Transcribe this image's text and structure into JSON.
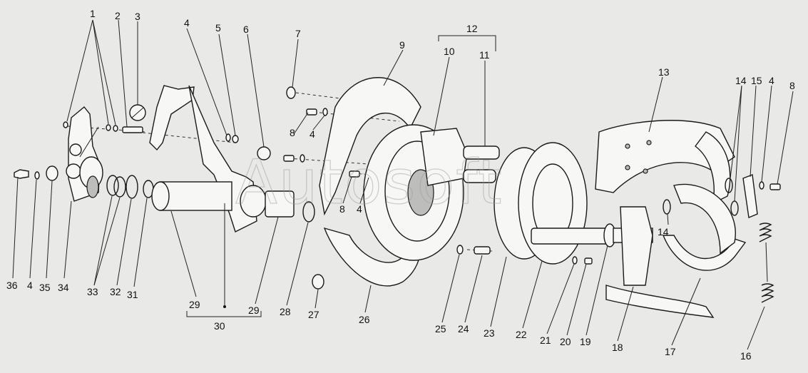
{
  "watermark": "Autosoft",
  "labels": [
    {
      "id": "1",
      "text": "1"
    },
    {
      "id": "2",
      "text": "2"
    },
    {
      "id": "3",
      "text": "3"
    },
    {
      "id": "4a",
      "text": "4"
    },
    {
      "id": "5",
      "text": "5"
    },
    {
      "id": "6",
      "text": "6"
    },
    {
      "id": "7",
      "text": "7"
    },
    {
      "id": "8a",
      "text": "8"
    },
    {
      "id": "4b",
      "text": "4"
    },
    {
      "id": "8b",
      "text": "8"
    },
    {
      "id": "4c",
      "text": "4"
    },
    {
      "id": "9",
      "text": "9"
    },
    {
      "id": "10",
      "text": "10"
    },
    {
      "id": "11",
      "text": "11"
    },
    {
      "id": "12",
      "text": "12"
    },
    {
      "id": "13",
      "text": "13"
    },
    {
      "id": "14a",
      "text": "14"
    },
    {
      "id": "14b",
      "text": "14"
    },
    {
      "id": "15",
      "text": "15"
    },
    {
      "id": "4d",
      "text": "4"
    },
    {
      "id": "8c",
      "text": "8"
    },
    {
      "id": "36",
      "text": "36"
    },
    {
      "id": "4e",
      "text": "4"
    },
    {
      "id": "35",
      "text": "35"
    },
    {
      "id": "34",
      "text": "34"
    },
    {
      "id": "33",
      "text": "33"
    },
    {
      "id": "32",
      "text": "32"
    },
    {
      "id": "31",
      "text": "31"
    },
    {
      "id": "29a",
      "text": "29"
    },
    {
      "id": "29b",
      "text": "29"
    },
    {
      "id": "30",
      "text": "30"
    },
    {
      "id": "28",
      "text": "28"
    },
    {
      "id": "27",
      "text": "27"
    },
    {
      "id": "26",
      "text": "26"
    },
    {
      "id": "25",
      "text": "25"
    },
    {
      "id": "24",
      "text": "24"
    },
    {
      "id": "23",
      "text": "23"
    },
    {
      "id": "22",
      "text": "22"
    },
    {
      "id": "21",
      "text": "21"
    },
    {
      "id": "20",
      "text": "20"
    },
    {
      "id": "19",
      "text": "19"
    },
    {
      "id": "18",
      "text": "18"
    },
    {
      "id": "17",
      "text": "17"
    },
    {
      "id": "16",
      "text": "16"
    }
  ]
}
